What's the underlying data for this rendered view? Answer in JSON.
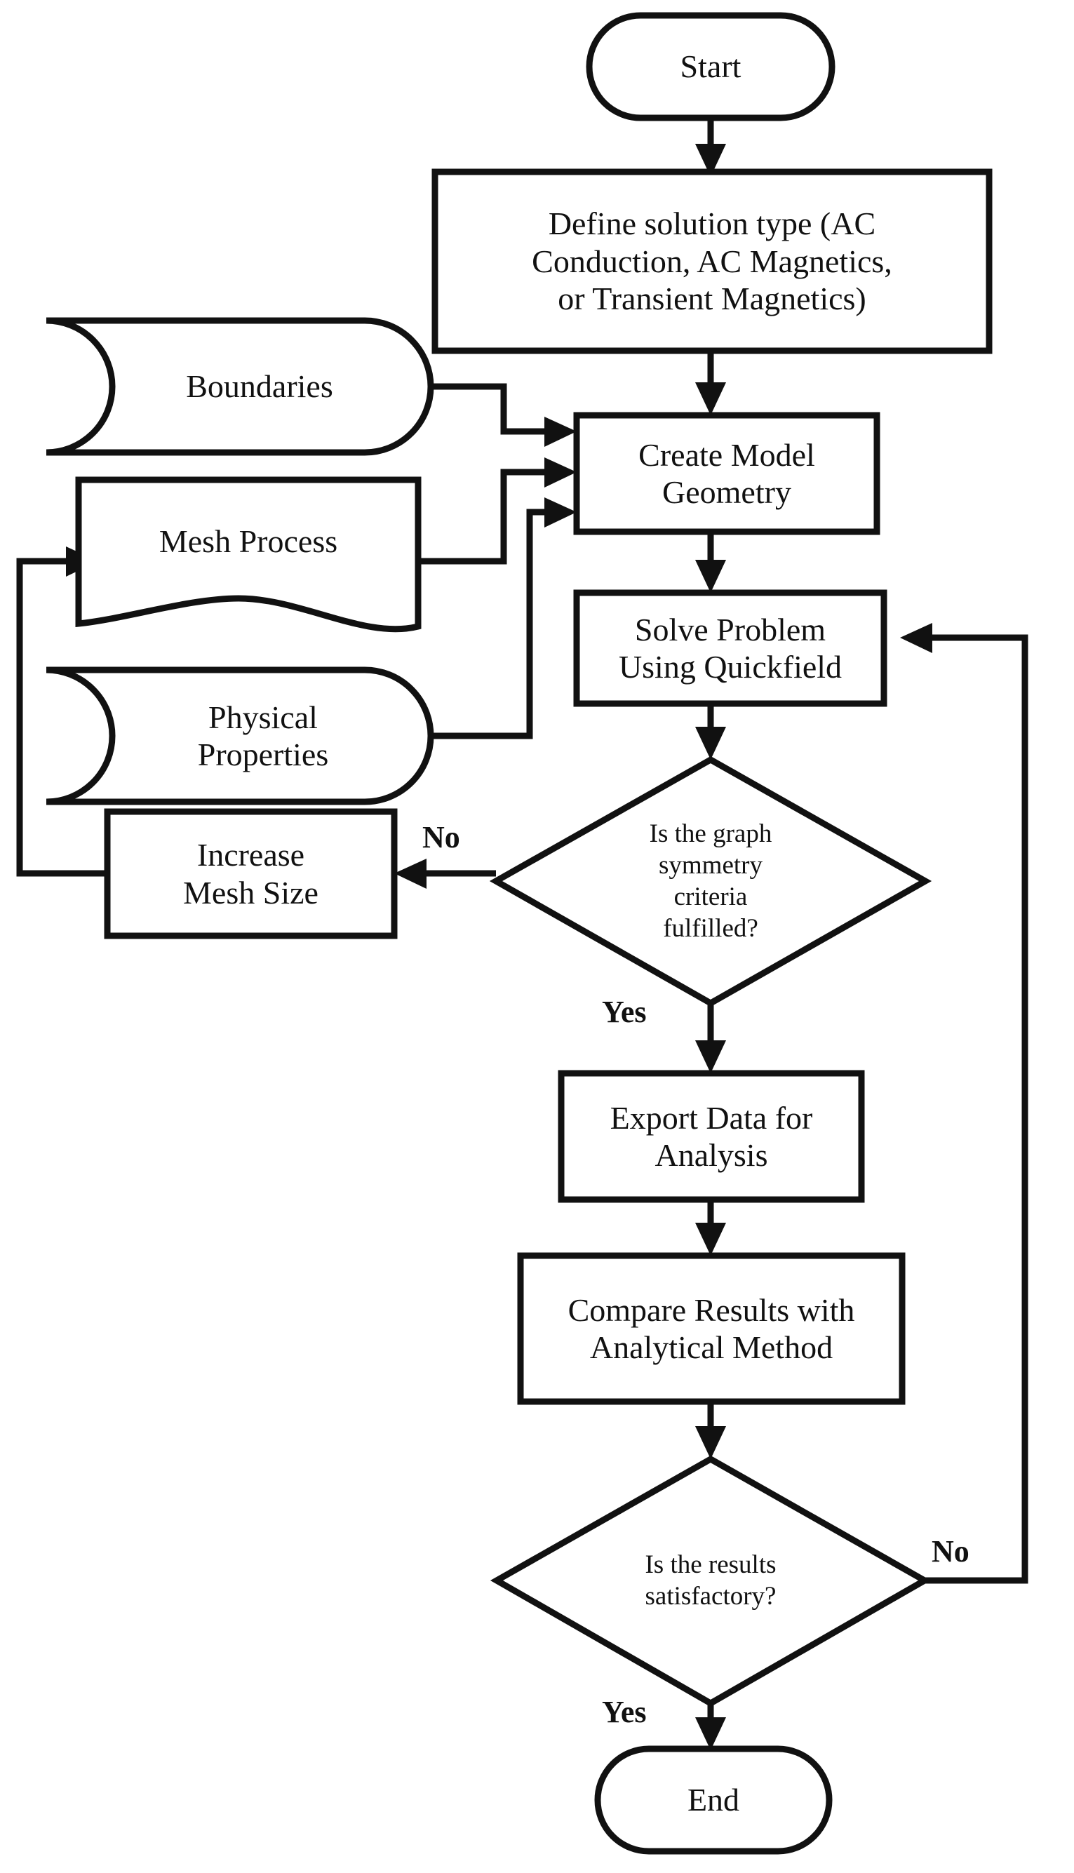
{
  "diagram": {
    "title": "Quickfield simulation workflow flowchart",
    "type": "flowchart",
    "background_color": "#ffffff",
    "line_color": "#111111"
  },
  "nodes": {
    "start": {
      "label": "Start",
      "shape": "terminator"
    },
    "define_solution": {
      "label": "Define solution type (AC\nConduction, AC Magnetics,\nor Transient Magnetics)",
      "shape": "process"
    },
    "boundaries": {
      "label": "Boundaries",
      "shape": "stored-data"
    },
    "mesh_process": {
      "label": "Mesh Process",
      "shape": "document"
    },
    "physical_properties": {
      "label": "Physical\nProperties",
      "shape": "stored-data"
    },
    "increase_mesh_size": {
      "label": "Increase\nMesh Size",
      "shape": "process"
    },
    "create_model_geometry": {
      "label": "Create Model\nGeometry",
      "shape": "process"
    },
    "solve_problem": {
      "label": "Solve Problem\nUsing Quickfield",
      "shape": "process"
    },
    "symmetry_decision": {
      "label": "Is the graph\nsymmetry\ncriteria\nfulfilled?",
      "shape": "decision"
    },
    "export_data": {
      "label": "Export Data for\nAnalysis",
      "shape": "process"
    },
    "compare_results": {
      "label": "Compare Results with\nAnalytical Method",
      "shape": "process"
    },
    "results_decision": {
      "label": "Is the results\nsatisfactory?",
      "shape": "decision"
    },
    "end": {
      "label": "End",
      "shape": "terminator"
    }
  },
  "edge_labels": {
    "symmetry_no": "No",
    "symmetry_yes": "Yes",
    "results_no": "No",
    "results_yes": "Yes"
  },
  "edges": [
    {
      "from": "start",
      "to": "define_solution",
      "label": ""
    },
    {
      "from": "define_solution",
      "to": "create_model_geometry",
      "label": ""
    },
    {
      "from": "boundaries",
      "to": "create_model_geometry",
      "label": ""
    },
    {
      "from": "mesh_process",
      "to": "create_model_geometry",
      "label": ""
    },
    {
      "from": "physical_properties",
      "to": "create_model_geometry",
      "label": ""
    },
    {
      "from": "create_model_geometry",
      "to": "solve_problem",
      "label": ""
    },
    {
      "from": "solve_problem",
      "to": "symmetry_decision",
      "label": ""
    },
    {
      "from": "symmetry_decision",
      "to": "increase_mesh_size",
      "label": "No"
    },
    {
      "from": "increase_mesh_size",
      "to": "mesh_process",
      "label": ""
    },
    {
      "from": "symmetry_decision",
      "to": "export_data",
      "label": "Yes"
    },
    {
      "from": "export_data",
      "to": "compare_results",
      "label": ""
    },
    {
      "from": "compare_results",
      "to": "results_decision",
      "label": ""
    },
    {
      "from": "results_decision",
      "to": "solve_problem",
      "label": "No"
    },
    {
      "from": "results_decision",
      "to": "end",
      "label": "Yes"
    }
  ]
}
